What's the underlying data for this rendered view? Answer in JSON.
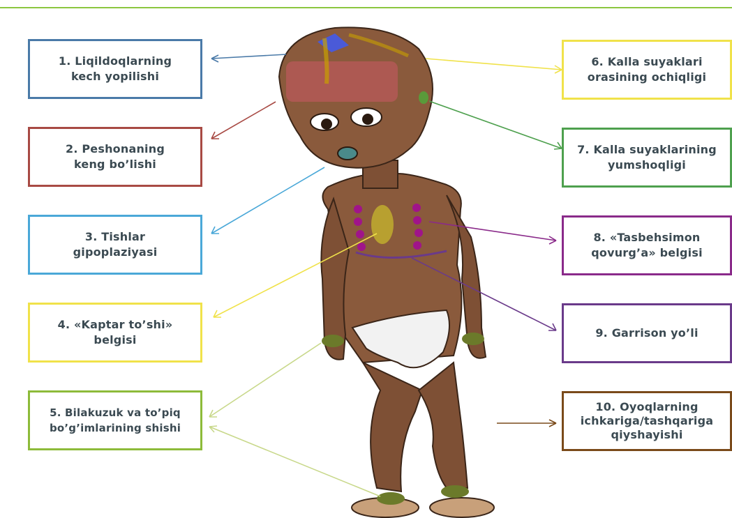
{
  "labels": [
    {
      "id": "1",
      "text": "1. Liqildoqlarning\nkech yopilishi",
      "color": "#4a7aa8"
    },
    {
      "id": "2",
      "text": "2. Peshonaning\nkeng bo’lishi",
      "color": "#a84a44"
    },
    {
      "id": "3",
      "text": "3. Tishlar\ngipoplaziyasi",
      "color": "#4aa8d8"
    },
    {
      "id": "4",
      "text": "4. «Kaptar to’shi»\nbelgisi",
      "color": "#f0e24a"
    },
    {
      "id": "5",
      "text": "5. Bilakuzuk va to’piq\nbo’g’imlarining shishi",
      "color": "#8dbb3a"
    },
    {
      "id": "6",
      "text": "6. Kalla suyaklari\norasining ochiqligi",
      "color": "#f0e24a"
    },
    {
      "id": "7",
      "text": "7. Kalla suyaklarining\nyumshoqligi",
      "color": "#4ea04e"
    },
    {
      "id": "8",
      "text": "8. «Tasbehsimon\nqovurg’a» belgisi",
      "color": "#8a2a8a"
    },
    {
      "id": "9",
      "text": "9. Garrison yo’li",
      "color": "#6a3a8a"
    },
    {
      "id": "10",
      "text": "10. Oyoqlarning\nichkariga/tashqariga\nqiyshayishi",
      "color": "#7a4a1a"
    }
  ]
}
